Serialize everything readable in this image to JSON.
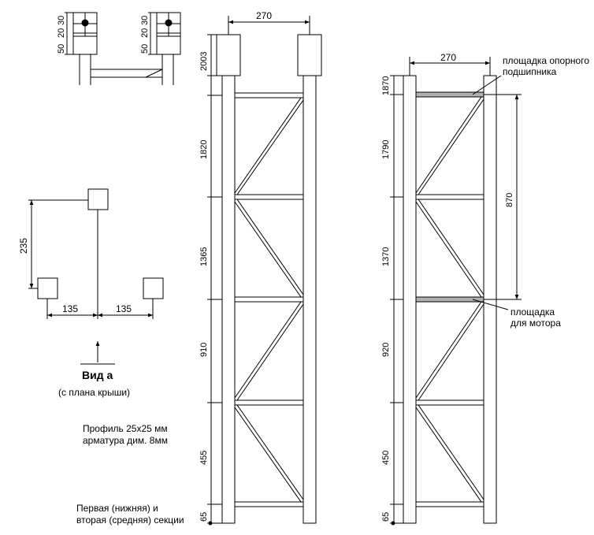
{
  "top_detail": {
    "dim_left": "50",
    "dim_left_small": "20",
    "dim_left_small2": "30",
    "dim_right": "50",
    "dim_right_small": "20",
    "dim_right_small2": "30"
  },
  "plan": {
    "dim_height": "235",
    "dim_left_half": "135",
    "dim_right_half": "135",
    "view_title": "Вид а",
    "view_subtitle": "(с плана крыши)"
  },
  "notes": {
    "profile": "Профиль 25x25 мм",
    "rebar": "арматура дим. 8мм",
    "sections_line1": "Первая (нижняя) и",
    "sections_line2": "вторая (средняя) секции"
  },
  "left_section": {
    "width_dim": "270",
    "levels": [
      "2003",
      "1820",
      "1365",
      "910",
      "455",
      "65"
    ]
  },
  "right_section": {
    "width_dim": "270",
    "levels": [
      "1870",
      "1790",
      "1370",
      "920",
      "450",
      "65"
    ],
    "span_dim": "870",
    "label_bearing_1": "площадка опорного",
    "label_bearing_2": "подшипника",
    "label_motor_1": "площадка",
    "label_motor_2": "для мотора"
  },
  "colors": {
    "line": "#000000",
    "platform": "#b0b0b0"
  }
}
